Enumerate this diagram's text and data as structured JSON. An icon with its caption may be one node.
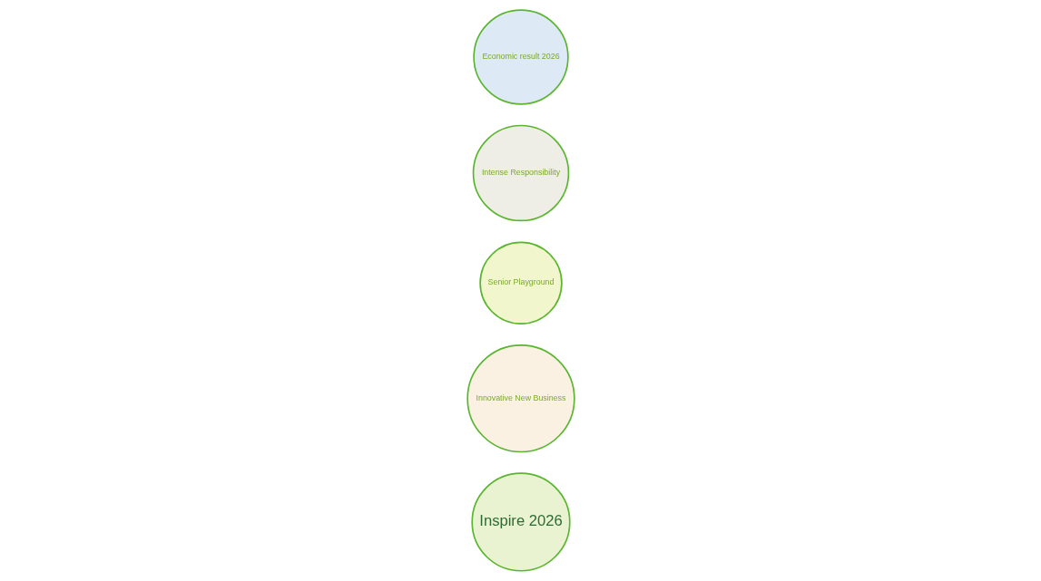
{
  "diagram": {
    "nodes": [
      {
        "text": [
          "Inspire 2026"
        ]
      },
      {
        "text": [
          "Innovative New Business"
        ]
      },
      {
        "text": [
          "Senior Playground"
        ]
      },
      {
        "text": [
          "Intense Responsibility"
        ]
      },
      {
        "text": [
          "Economic result 2026"
        ]
      }
    ]
  }
}
